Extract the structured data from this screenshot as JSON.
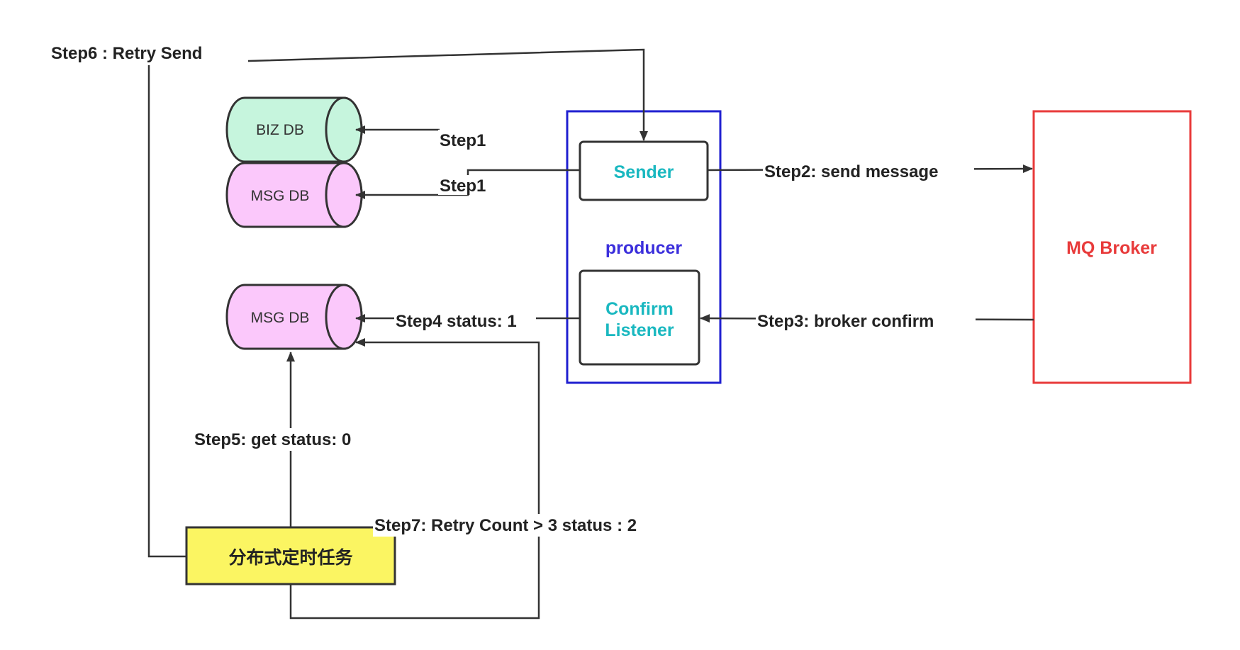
{
  "nodes": {
    "biz_db": "BIZ DB",
    "msg_db_top": "MSG DB",
    "msg_db_bottom": "MSG DB",
    "sender": "Sender",
    "producer": "producer",
    "confirm_line1": "Confirm",
    "confirm_line2": "Listener",
    "broker": "MQ Broker",
    "scheduler": "分布式定时任务"
  },
  "steps": {
    "step1_biz": "Step1",
    "step1_msg": "Step1",
    "step2": "Step2:  send message",
    "step3": "Step3:  broker confirm",
    "step4": "Step4 status: 1",
    "step5": "Step5: get status:  0",
    "step6": "Step6 :  Retry Send",
    "step7": "Step7: Retry Count > 3 status : 2"
  },
  "colors": {
    "biz_db_fill": "#c6f5dd",
    "msg_db_fill": "#fbc8fb",
    "producer_border": "#1f1fd0",
    "producer_text": "#3b2fdc",
    "sender_text": "#1ab8c0",
    "broker_border": "#e83a3a",
    "broker_text": "#e83a3a",
    "scheduler_fill": "#fbf562",
    "line": "#333333"
  }
}
